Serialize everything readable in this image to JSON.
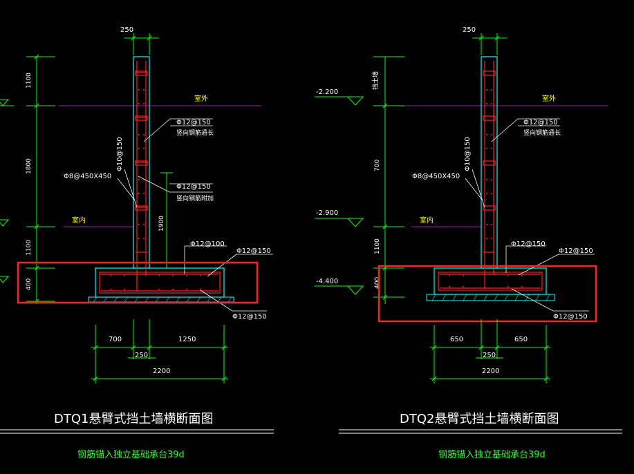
{
  "colors": {
    "background": "#000000",
    "dimension": "#00ff00",
    "wall": "#00ffff",
    "rebar": "#ff2020",
    "grade_line": "#c000c0",
    "label": "#ffffff",
    "annotation": "#ffff00",
    "highlight": "#ff2020",
    "note": "#20ff20"
  },
  "left": {
    "top_width": "250",
    "elevations": [
      "1100",
      "1800",
      "1100",
      "400"
    ],
    "outdoor": "室外",
    "indoor": "室内",
    "rebar_vertical_outer": "Φ12@150",
    "rebar_vertical_outer_note": "竖向钢筋通长",
    "rebar_wall_horizontal": "Φ10@150",
    "tie": "Φ8@450X450",
    "rebar_vertical_inner": "Φ12@150",
    "rebar_vertical_inner_note": "竖向钢筋附加",
    "inner_height": "1900",
    "rebar_footing_top": "Φ12@100",
    "rebar_footing_right": "Φ12@150",
    "rebar_footing_bottom": "Φ12@150",
    "footing_dims": [
      "700",
      "1250"
    ],
    "wall_dim": "250",
    "total_width": "2200",
    "title": "DTQ1悬臂式挡土墙横断面图",
    "note": "钢筋锚入独立基础承台39d"
  },
  "right": {
    "top_width": "250",
    "side_note": "挡土墙",
    "elev_top": "-2.200",
    "elev_mid": "-2.900",
    "elev_bottom": "-4.400",
    "elevations": [
      "700",
      "1100",
      "400"
    ],
    "outdoor": "室外",
    "indoor": "室内",
    "rebar_vertical_outer": "Φ12@150",
    "rebar_vertical_outer_note": "竖向钢筋通长",
    "rebar_wall_horizontal": "Φ10@150",
    "tie": "Φ8@450X450",
    "rebar_footing_top": "Φ12@150",
    "rebar_footing_right": "Φ12@150",
    "rebar_footing_bottom": "Φ12@150",
    "footing_dims": [
      "650",
      "650"
    ],
    "wall_dim": "250",
    "total_width": "2200",
    "title": "DTQ2悬臂式挡土墙横断面图",
    "note": "钢筋锚入独立基础承台39d"
  }
}
